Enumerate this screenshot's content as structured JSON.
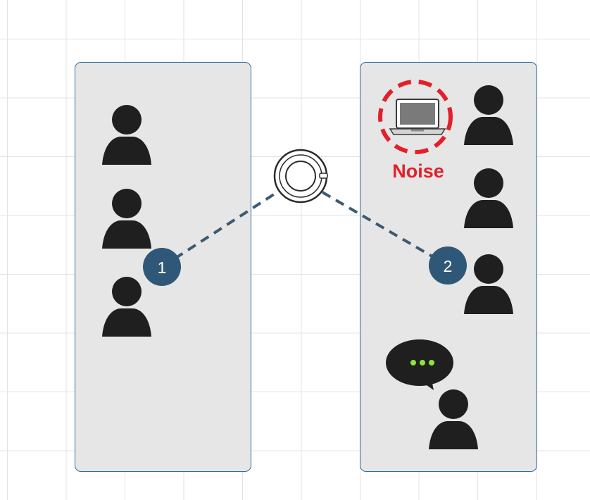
{
  "colors": {
    "panel_fill": "#e6e6e6",
    "panel_border": "#2e6da4",
    "person": "#1f1f1f",
    "connector": "#3c5a73",
    "badge": "#2f5878",
    "noise_highlight": "#e3202a",
    "speech_dots": "#8ee53b"
  },
  "icons": {
    "person": "person-icon",
    "device": "laptop-icon",
    "hub": "ceiling-speaker-icon",
    "chat": "speech-bubble-icon"
  },
  "badges": {
    "left": "1",
    "right": "2"
  },
  "noise_label": "Noise"
}
